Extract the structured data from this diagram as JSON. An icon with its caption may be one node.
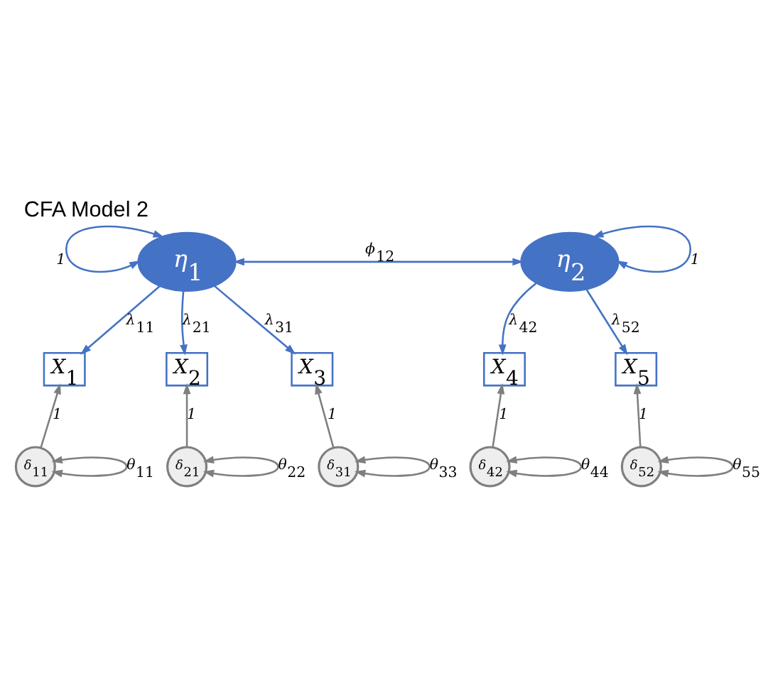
{
  "diagram": {
    "title": "CFA Model 2",
    "nodes": [
      {
        "text": [
          "η$_{1}$"
        ]
      },
      {
        "text": [
          "η$_{2}$"
        ]
      },
      {
        "text": [
          "X$_{1}$"
        ]
      },
      {
        "text": [
          "X$_{2}$"
        ]
      },
      {
        "text": [
          "X$_{3}$"
        ]
      },
      {
        "text": [
          "X$_{4}$"
        ]
      },
      {
        "text": [
          "X$_{5}$"
        ]
      },
      {
        "text": [
          "δ$_{11}$"
        ]
      },
      {
        "text": [
          "δ$_{21}$"
        ]
      },
      {
        "text": [
          "δ$_{31}$"
        ]
      },
      {
        "text": [
          "δ$_{42}$"
        ]
      },
      {
        "text": [
          "δ$_{52}$"
        ]
      }
    ],
    "edges": [
      {
        "from": 0,
        "to": 1,
        "arrow": "both",
        "label": "ϕ$_{12}$",
        "color": "#4472c4"
      },
      {
        "from": 0,
        "to": 0,
        "arrow": "both",
        "label": "1",
        "color": "#4472c4"
      },
      {
        "from": 1,
        "to": 1,
        "arrow": "both",
        "label": "1",
        "color": "#4472c4"
      },
      {
        "from": 0,
        "to": 2,
        "arrow": "to",
        "label": "λ$_{11}$",
        "color": "#4472c4"
      },
      {
        "from": 0,
        "to": 3,
        "arrow": "to",
        "label": "λ$_{21}$",
        "color": "#4472c4"
      },
      {
        "from": 0,
        "to": 4,
        "arrow": "to",
        "label": "λ$_{31}$",
        "color": "#4472c4"
      },
      {
        "from": 1,
        "to": 5,
        "arrow": "to",
        "label": "λ$_{42}$",
        "color": "#4472c4"
      },
      {
        "from": 1,
        "to": 6,
        "arrow": "to",
        "label": "λ$_{52}$",
        "color": "#4472c4"
      },
      {
        "from": 7,
        "to": 2,
        "arrow": "to",
        "label": "1"
      },
      {
        "from": 8,
        "to": 3,
        "arrow": "to",
        "label": "1"
      },
      {
        "from": 9,
        "to": 4,
        "arrow": "to",
        "label": "1"
      },
      {
        "from": 10,
        "to": 5,
        "arrow": "to",
        "label": "1"
      },
      {
        "from": 11,
        "to": 6,
        "arrow": "to",
        "label": "1"
      },
      {
        "from": 7,
        "to": 7,
        "arrow": "both",
        "label": "θ$_{11}$"
      },
      {
        "from": 8,
        "to": 8,
        "arrow": "both",
        "label": "θ$_{22}$"
      },
      {
        "from": 9,
        "to": 9,
        "arrow": "both",
        "label": "θ$_{33}$"
      },
      {
        "from": 10,
        "to": 10,
        "arrow": "both",
        "label": "θ$_{44}$"
      },
      {
        "from": 11,
        "to": 11,
        "arrow": "both",
        "label": "θ$_{55}$"
      }
    ]
  }
}
